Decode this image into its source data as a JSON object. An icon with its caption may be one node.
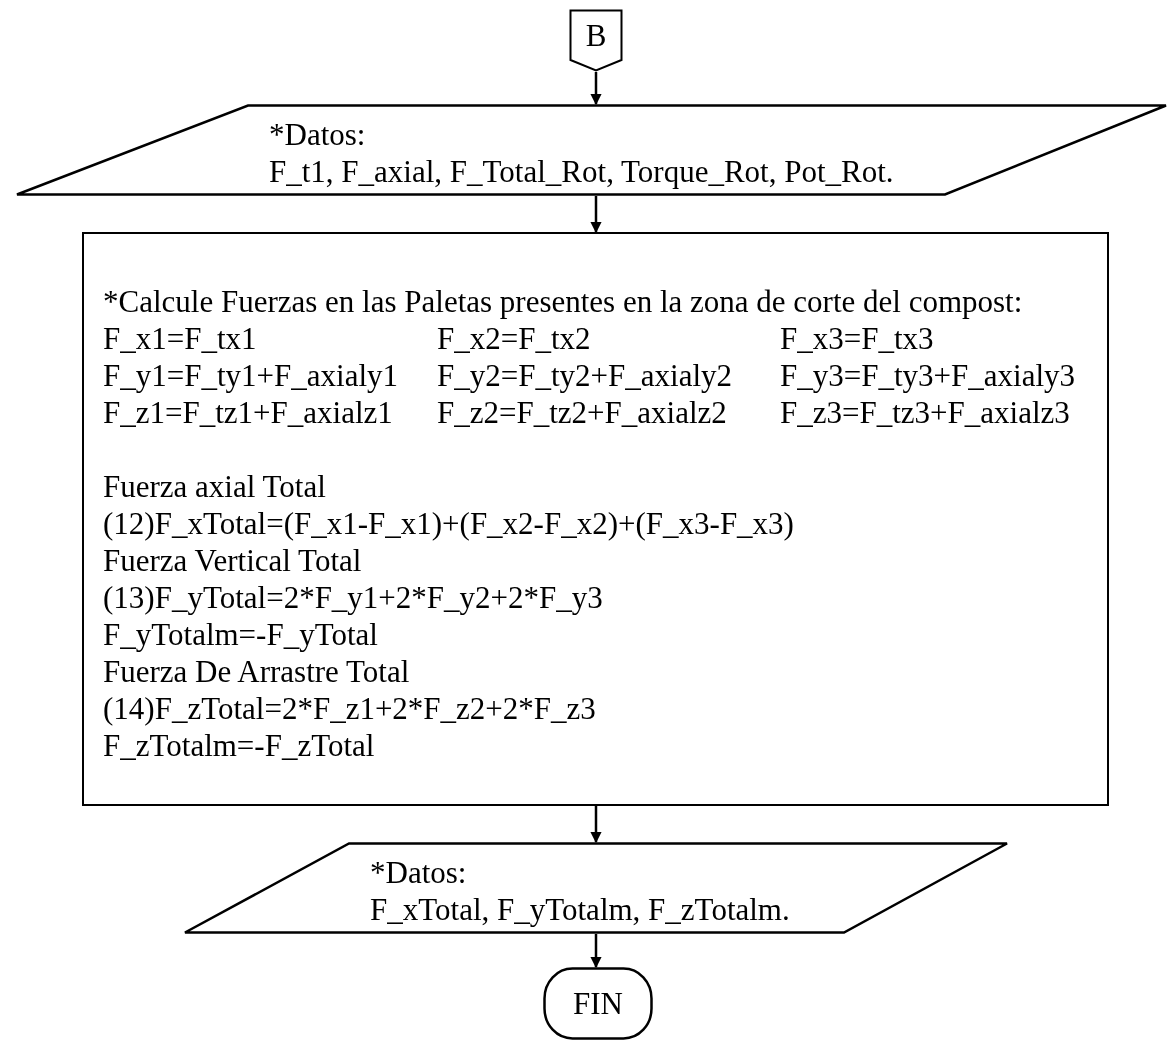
{
  "diagram": {
    "nodes": [
      {
        "text": [
          "B"
        ]
      },
      {
        "text": [
          "*Datos:",
          "F_t1, F_axial, F_Total_Rot, Torque_Rot, Pot_Rot."
        ]
      },
      {
        "text": [
          "*Calcule Fuerzas en las Paletas presentes en la zona de corte del compost:",
          "F_x1=F_tx1",
          "F_x2=F_tx2",
          "F_x3=F_tx3",
          "F_y1=F_ty1+F_axialy1",
          "F_y2=F_ty2+F_axialy2",
          "F_y3=F_ty3+F_axialy3",
          "F_z1=F_tz1+F_axialz1",
          "F_z2=F_tz2+F_axialz2",
          "F_z3=F_tz3+F_axialz3",
          "Fuerza axial Total",
          "(12)F_xTotal=(F_x1-F_x1)+(F_x2-F_x2)+(F_x3-F_x3)",
          "Fuerza Vertical Total",
          "(13)F_yTotal=2*F_y1+2*F_y2+2*F_y3",
          "F_yTotalm=-F_yTotal",
          "Fuerza De Arrastre Total",
          "(14)F_zTotal=2*F_z1+2*F_z2+2*F_z3",
          "F_zTotalm=-F_zTotal"
        ]
      },
      {
        "text": [
          "*Datos:",
          "F_xTotal, F_yTotalm, F_zTotalm."
        ]
      },
      {
        "text": [
          "FIN"
        ]
      }
    ],
    "edges": [
      {
        "from": 0,
        "to": 1,
        "arrow": "to"
      },
      {
        "from": 1,
        "to": 2,
        "arrow": "to"
      },
      {
        "from": 2,
        "to": 3,
        "arrow": "to"
      },
      {
        "from": 3,
        "to": 4,
        "arrow": "to"
      }
    ]
  }
}
